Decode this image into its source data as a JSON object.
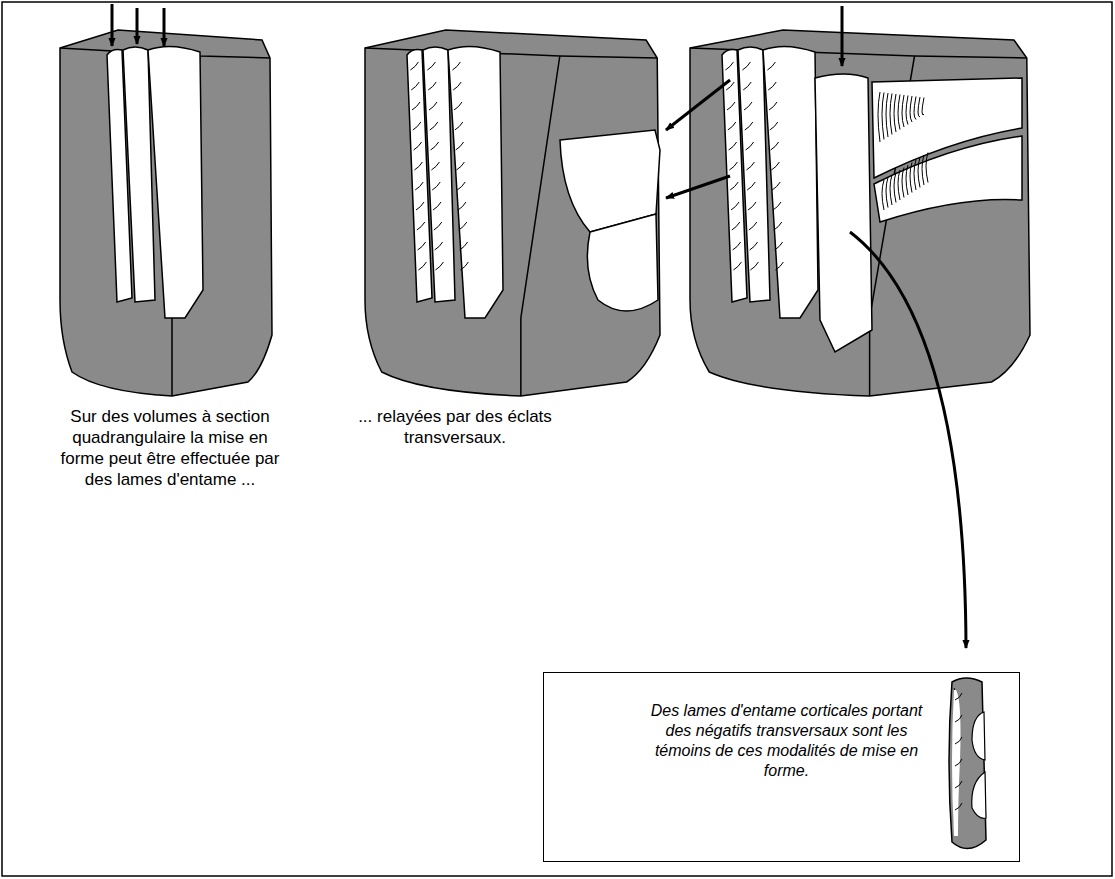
{
  "diagram": {
    "nodes": [
      {
        "text": [
          "Des lames d'entame corticales portant des négatifs transversaux sont les témoins de ces modalités de mise en forme."
        ]
      }
    ],
    "labels": [
      "Sur des volumes à section quadrangulaire la mise en forme peut être effectuée par des lames d'entame ...",
      "... relayées par des éclats transversaux."
    ]
  }
}
